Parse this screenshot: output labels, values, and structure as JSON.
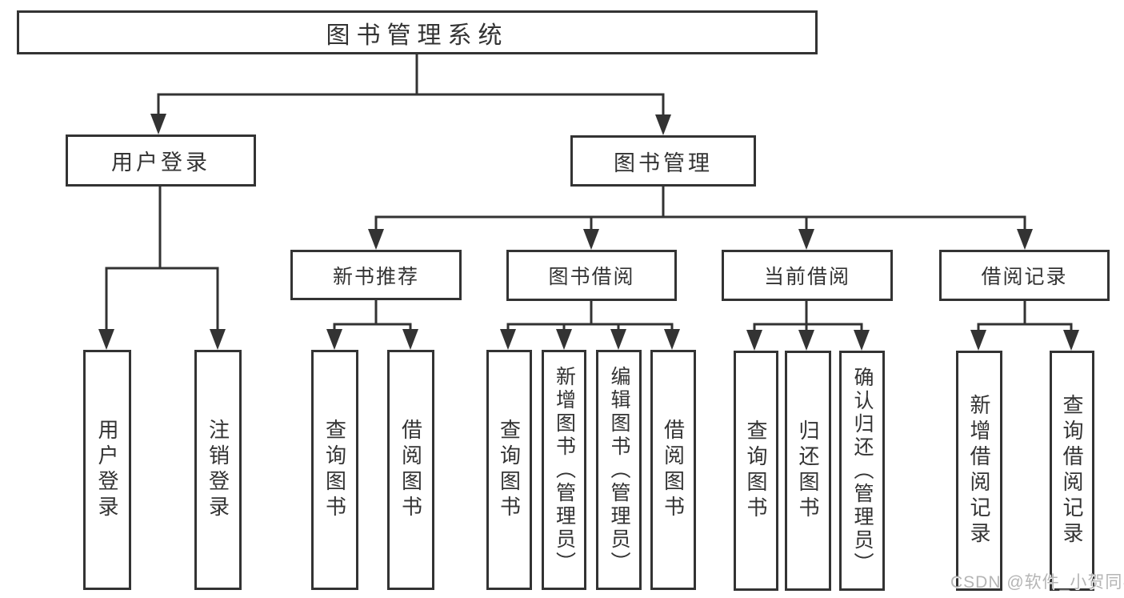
{
  "nodes": {
    "root": "图书管理系统",
    "user_login": "用户登录",
    "book_mgmt": "图书管理",
    "new_book_rec": "新书推荐",
    "book_borrow": "图书借阅",
    "current_borrow": "当前借阅",
    "borrow_record": "借阅记录",
    "ul_user_login": "用户登录",
    "ul_logout": "注销登录",
    "nr_query_book": "查询图书",
    "nr_borrow_book": "借阅图书",
    "bb_query_book": "查询图书",
    "bb_add_book": "新增图书（管理员）",
    "bb_edit_book": "编辑图书（管理员）",
    "bb_borrow_book": "借阅图书",
    "cb_query_book": "查询图书",
    "cb_return_book": "归还图书",
    "cb_confirm_return": "确认归还（管理员）",
    "br_add_record": "新增借阅记录",
    "br_query_record": "查询借阅记录"
  },
  "hierarchy": {
    "root": [
      "user_login",
      "book_mgmt"
    ],
    "user_login": [
      "ul_user_login",
      "ul_logout"
    ],
    "book_mgmt": [
      "new_book_rec",
      "book_borrow",
      "current_borrow",
      "borrow_record"
    ],
    "new_book_rec": [
      "nr_query_book",
      "nr_borrow_book"
    ],
    "book_borrow": [
      "bb_query_book",
      "bb_add_book",
      "bb_edit_book",
      "bb_borrow_book"
    ],
    "current_borrow": [
      "cb_query_book",
      "cb_return_book",
      "cb_confirm_return"
    ],
    "borrow_record": [
      "br_add_record",
      "br_query_record"
    ]
  },
  "watermark": {
    "text": "CSDN @软件_小贺同学"
  },
  "colors": {
    "line": "#333333",
    "box_border": "#333333",
    "text": "#333333",
    "watermark": "#b5b5b5",
    "background": "#ffffff"
  }
}
